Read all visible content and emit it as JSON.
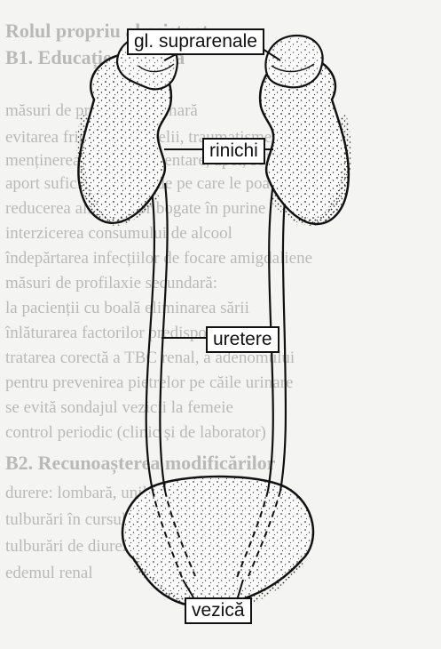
{
  "labels": {
    "adrenal": "gl. suprarenale",
    "kidneys": "rinichi",
    "ureters": "uretere",
    "bladder": "vezică"
  },
  "bleed_text": {
    "line1": "Rolul propriu al asistent",
    "line2": "B1. Educație sanitară",
    "line3": "măsuri de profilaxie primară",
    "line4": "evitarea frigului, umezelii, traumatismelor",
    "line5": "menținerea igienei alimentare, apei, solului",
    "line6": "aport suficient de lichide pe care le poate",
    "line7": "reducerea alimentelor bogate în purine",
    "line8": "interzicerea consumului de alcool",
    "line9": "îndepărtarea infecțiilor de focare amigdaliene",
    "line10": "măsuri de profilaxie secundară:",
    "line11": "la pacienții cu boală eliminarea sării",
    "line12": "înlăturarea factorilor predispozanți",
    "line13": "tratarea corectă a TBC renal, a adenomului",
    "line14": "pentru prevenirea pietrelor pe căile urinare",
    "line15": "se evită sondajul vezicii la femeie",
    "line16": "control periodic (clinic și de laborator)",
    "line17": "B2. Recunoașterea modificărilor",
    "line18": "durere: lombară, unilaterală, bilaterală",
    "line19": "tulburări în cursul micțiunii: micțiune",
    "line20": "tulburări de diureză: poliurie, oligurie",
    "line21": "edemul renal"
  },
  "colors": {
    "ink": "#111111",
    "paper": "#f4f4f2",
    "bleed": "#8a8a8a"
  }
}
